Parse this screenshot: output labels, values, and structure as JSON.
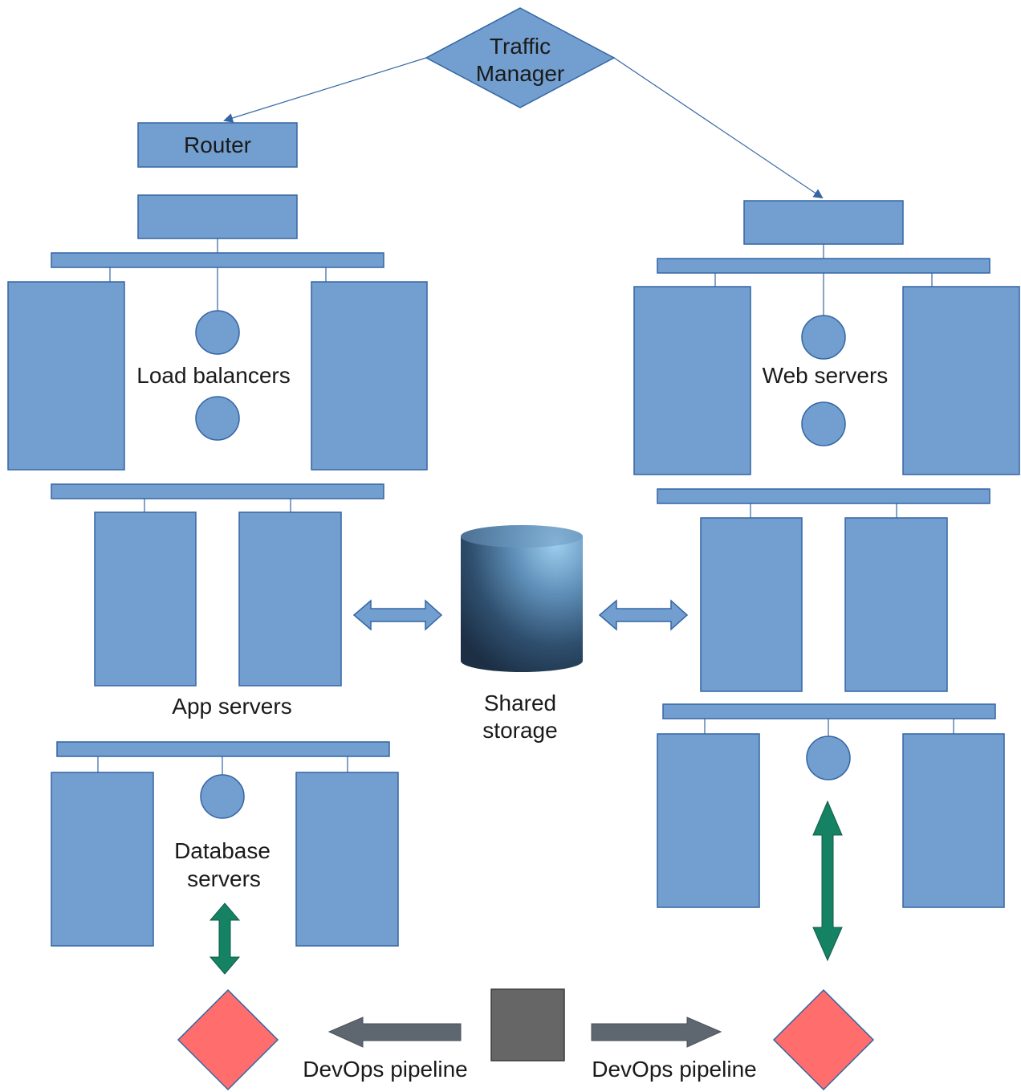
{
  "labels": {
    "traffic_manager_line1": "Traffic",
    "traffic_manager_line2": "Manager",
    "router": "Router",
    "load_balancers": "Load balancers",
    "web_servers": "Web servers",
    "app_servers": "App servers",
    "shared_storage_line1": "Shared",
    "shared_storage_line2": "storage",
    "database_servers_line1": "Database",
    "database_servers_line2": "servers",
    "devops_pipeline_left": "DevOps pipeline",
    "devops_pipeline_right": "DevOps pipeline"
  },
  "colors": {
    "shape_fill": "#729fcf",
    "shape_stroke": "#3465a4",
    "green_arrow": "#168264",
    "gray_arrow": "#5e6670",
    "diamond_red": "#ff6d6d",
    "gray_square": "#666666"
  },
  "icons": {
    "storage": "cylinder-icon",
    "pipeline_source": "square-icon",
    "pipeline_target": "diamond-icon"
  }
}
